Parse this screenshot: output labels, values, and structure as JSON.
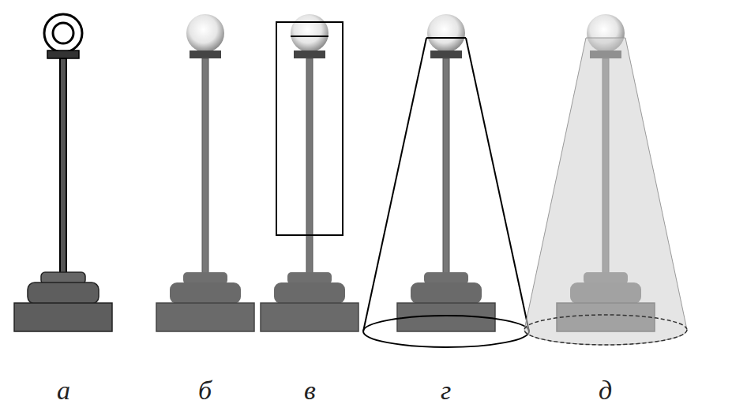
{
  "diagram": {
    "labels": [
      "а",
      "б",
      "в",
      "г",
      "д"
    ]
  }
}
